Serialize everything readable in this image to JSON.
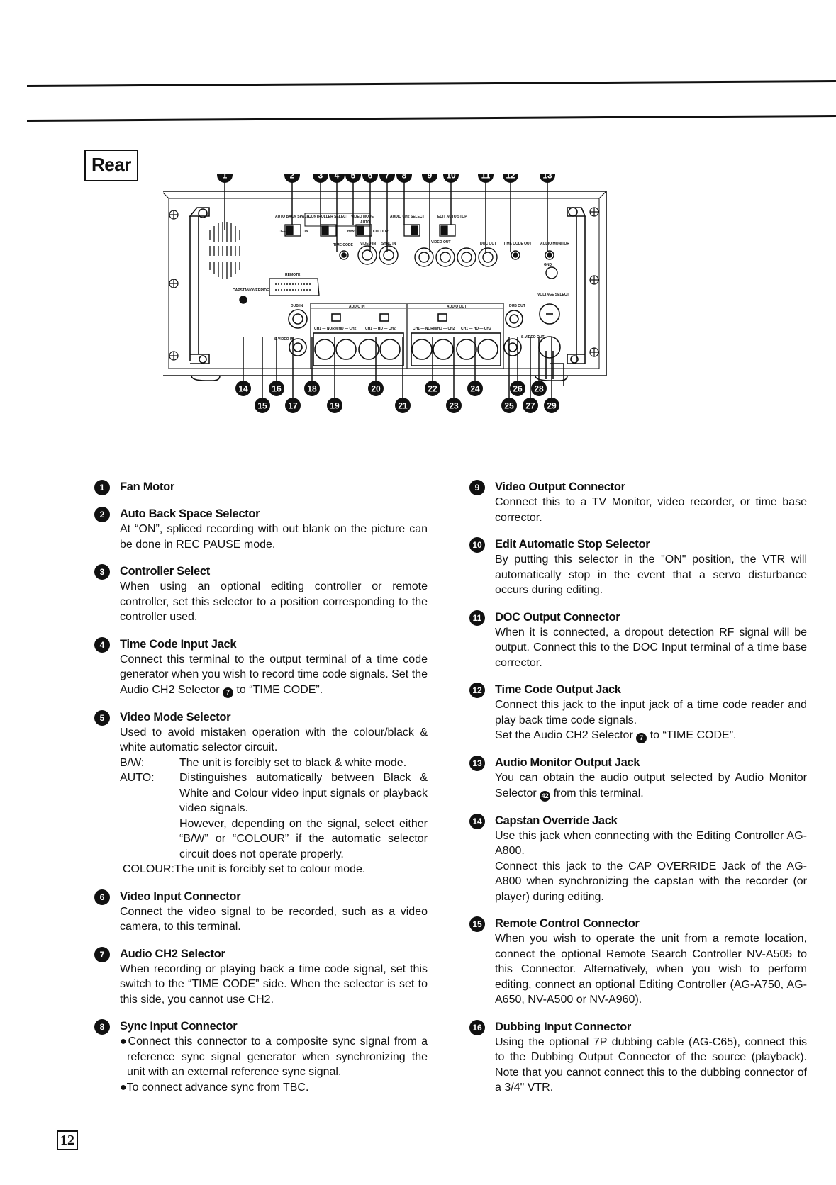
{
  "section": {
    "title": "Rear"
  },
  "page_number": "12",
  "diagram": {
    "callouts_top": [
      "1",
      "2",
      "3",
      "4",
      "5",
      "6",
      "7",
      "8",
      "9",
      "10",
      "11",
      "12",
      "13"
    ],
    "callouts_bottom": [
      "14",
      "15",
      "16",
      "17",
      "18",
      "19",
      "20",
      "21",
      "22",
      "23",
      "24",
      "25",
      "26",
      "27",
      "28",
      "29"
    ],
    "labels": {
      "auto_back_space": "AUTO BACK SPACE",
      "controller_select": "CONTROLLER SELECT",
      "video_mode": "VIDEO MODE",
      "audio_ch2_select": "AUDIO CH2 SELECT",
      "edit_auto_stop": "EDIT AUTO STOP",
      "time_code": "TIME CODE",
      "video_in": "VIDEO IN",
      "sync_in": "SYNC IN",
      "video_out": "VIDEO OUT",
      "doc_out": "DOC OUT",
      "time_code_out": "TIME CODE OUT",
      "audio_monitor": "AUDIO MONITOR",
      "gnd": "GND",
      "remote": "REMOTE",
      "capstan_override": "CAPSTAN OVERRIDE",
      "dub_in": "DUB IN",
      "svideo_in": "S-VIDEO IN",
      "audio_in": "AUDIO IN",
      "audio_out": "AUDIO OUT",
      "dub_out": "DUB OUT",
      "svideo_out": "S-VIDEO OUT",
      "voltage_select": "VOLTAGE SELECT",
      "off": "OFF",
      "on": "ON",
      "bw": "B/W",
      "auto": "AUTO",
      "colour": "COLOUR",
      "ch_norm": "CH1 — NORM/HD — CH2",
      "ch_hd": "CH1 — HD — CH2"
    }
  },
  "items": [
    {
      "num": "1",
      "title": "Fan Motor",
      "paras": []
    },
    {
      "num": "2",
      "title": "Auto Back Space Selector",
      "paras": [
        "At “ON”, spliced recording with out blank on the picture can be done in REC PAUSE mode."
      ]
    },
    {
      "num": "3",
      "title": "Controller Select",
      "paras": [
        "When using an optional editing controller or remote controller, set this selector to a position corresponding to the controller used."
      ]
    },
    {
      "num": "4",
      "title": "Time Code Input Jack",
      "paras": [
        "Connect this terminal to the output terminal of a time code generator when you wish to record time code signals. Set the Audio CH2 Selector",
        "to “TIME CODE”."
      ],
      "ref": "7"
    },
    {
      "num": "5",
      "title": "Video Mode Selector",
      "paras": [
        "Used to avoid mistaken operation with the colour/black & white automatic selector circuit."
      ],
      "defs": [
        {
          "term": "B/W:",
          "desc": "The unit is forcibly set to black & white mode."
        },
        {
          "term": "AUTO:",
          "desc": "Distinguishes automatically between Black & White and Colour video input signals or playback video signals."
        },
        {
          "term": "",
          "desc": "However, depending on the signal, select either “B/W” or “COLOUR” if the automatic selector circuit does not operate properly."
        },
        {
          "term": "COLOUR:",
          "desc": "The unit is forcibly set to colour mode."
        }
      ]
    },
    {
      "num": "6",
      "title": "Video Input Connector",
      "paras": [
        "Connect the video signal to be recorded, such as a video camera, to this terminal."
      ]
    },
    {
      "num": "7",
      "title": "Audio CH2 Selector",
      "paras": [
        "When recording or playing back a time code signal, set this switch to the “TIME CODE” side. When the selector is set to this side, you cannot use CH2."
      ]
    },
    {
      "num": "8",
      "title": "Sync Input Connector",
      "bullets": [
        "Connect this connector to a composite sync signal from a reference sync signal generator when synchronizing the unit with an external reference sync signal.",
        "To connect advance sync from TBC."
      ]
    },
    {
      "num": "9",
      "title": "Video Output Connector",
      "paras": [
        "Connect this to a TV Monitor, video recorder, or time base corrector."
      ]
    },
    {
      "num": "10",
      "title": "Edit Automatic Stop Selector",
      "paras": [
        "By putting this selector in the \"ON\" position, the VTR will automatically stop in the event that a servo disturbance occurs during editing."
      ]
    },
    {
      "num": "11",
      "title": "DOC Output Connector",
      "paras": [
        "When it is connected, a dropout detection RF signal will be output. Connect this to the DOC Input terminal of a time base corrector."
      ]
    },
    {
      "num": "12",
      "title": "Time Code Output Jack",
      "paras": [
        "Connect this jack to the input jack of a time code reader and play back time code signals.",
        "Set the Audio CH2 Selector",
        "to “TIME CODE”."
      ],
      "ref": "7"
    },
    {
      "num": "13",
      "title": "Audio Monitor Output Jack",
      "paras": [
        "You can obtain the audio output selected by Audio Monitor Selector",
        "from this terminal."
      ],
      "ref": "42"
    },
    {
      "num": "14",
      "title": "Capstan Override Jack",
      "paras": [
        "Use this jack when connecting with the Editing Controller AG-A800.",
        "Connect this jack to the CAP OVERRIDE Jack of the AG-A800 when synchronizing the capstan with the recorder (or player) during editing."
      ]
    },
    {
      "num": "15",
      "title": "Remote Control Connector",
      "paras": [
        "When you wish to operate the unit from a remote location, connect the optional Remote Search Controller NV-A505 to this Connector. Alternatively, when you wish to perform editing, connect an optional Editing Controller (AG-A750, AG-A650, NV-A500 or NV-A960)."
      ]
    },
    {
      "num": "16",
      "title": "Dubbing Input Connector",
      "paras": [
        "Using the optional 7P dubbing cable (AG-C65), connect this to the Dubbing Output Connector of the source (playback). Note that you cannot connect this to the dubbing connector of a 3/4\" VTR."
      ]
    }
  ]
}
